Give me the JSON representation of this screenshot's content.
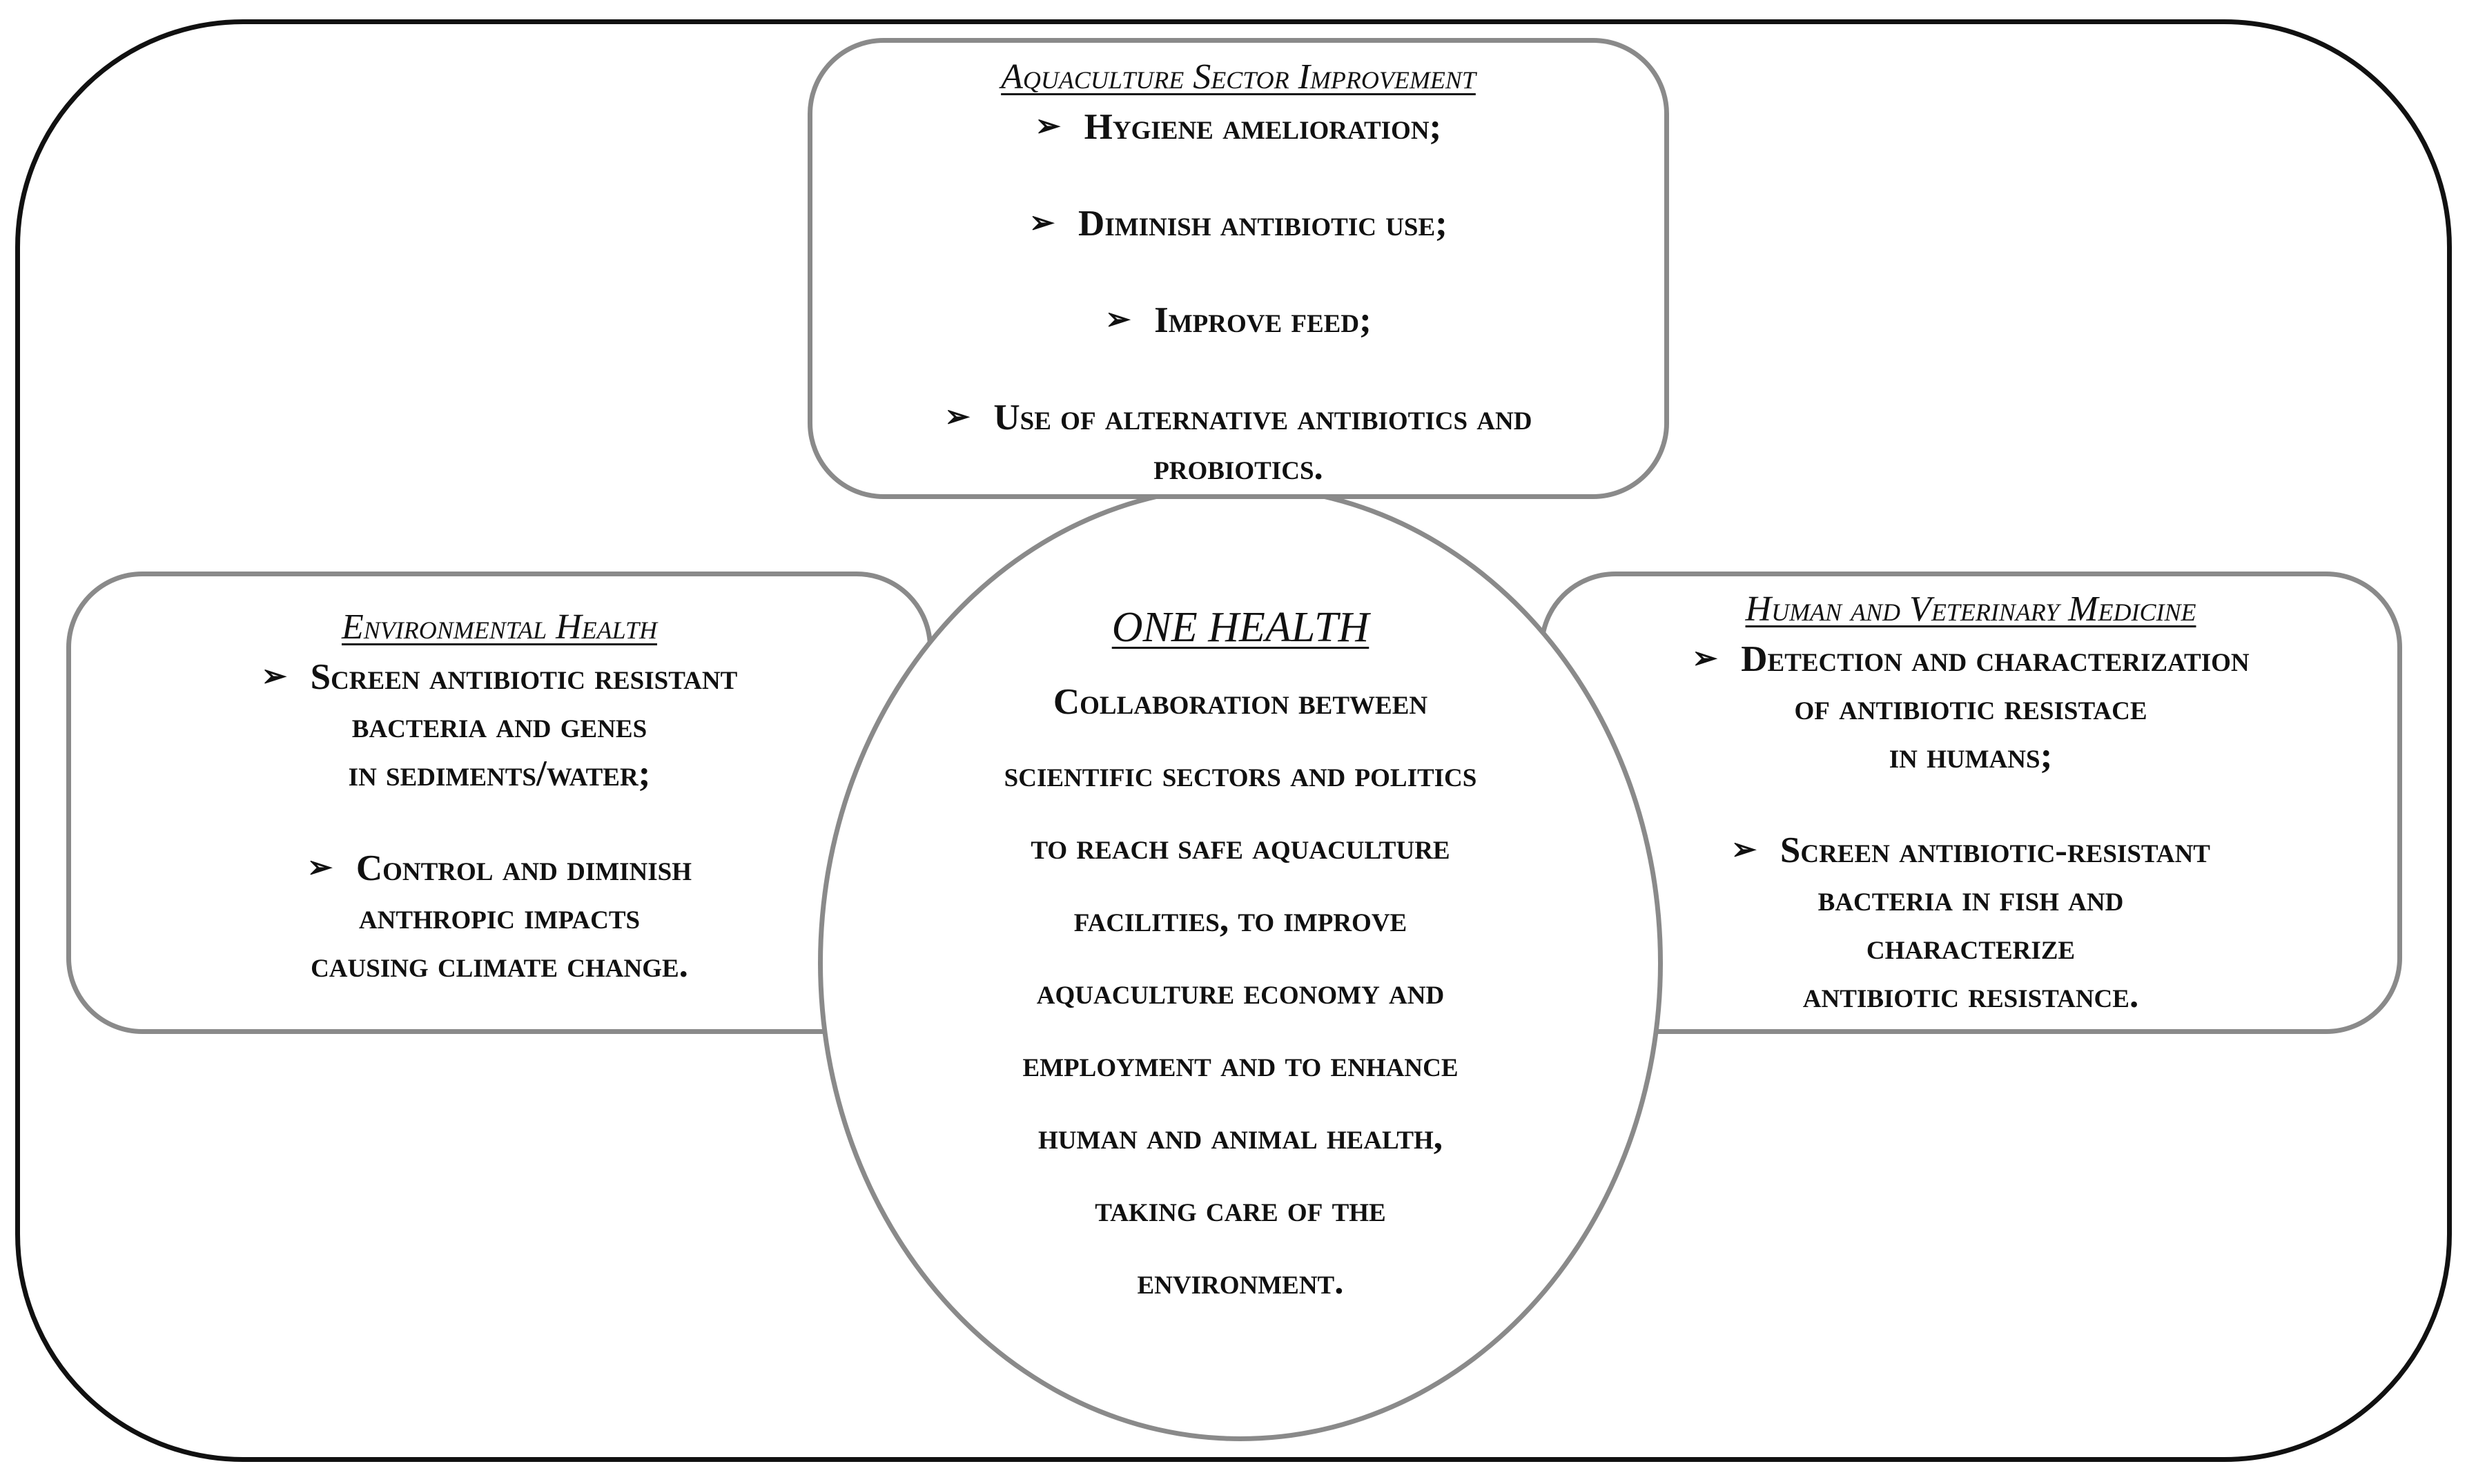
{
  "top_box": {
    "title": "Aquaculture Sector Improvement",
    "items": [
      "Hygiene amelioration;",
      "Diminish antibiotic use;",
      "Improve feed;",
      {
        "line1": "Use of alternative antibiotics and",
        "line2": "probiotics."
      }
    ]
  },
  "left_box": {
    "title": "Environmental Health",
    "items": [
      {
        "line1": "Screen antibiotic resistant",
        "line2": "bacteria and genes",
        "line3": "in sediments/water;"
      },
      {
        "line1": "Control and diminish",
        "line2": "anthropic impacts",
        "line3": "causing climate change."
      }
    ]
  },
  "right_box": {
    "title": "Human and Veterinary Medicine",
    "items": [
      {
        "line1": "Detection and characterization",
        "line2": "of antibiotic resistace",
        "line3": "in humans;"
      },
      {
        "line1": "Screen antibiotic-resistant",
        "line2": "bacteria in fish and",
        "line3": "characterize",
        "line4": "antibiotic resistance."
      }
    ]
  },
  "center": {
    "title": "ONE HEALTH",
    "lines": [
      "Collaboration between",
      "scientific sectors and politics",
      "to reach safe aquaculture",
      "facilities, to improve",
      "aquaculture economy and",
      "employment and to enhance",
      "human and animal health,",
      "taking care of the",
      "environment."
    ]
  },
  "icons": {
    "bullet": "arrowhead-bullet-icon",
    "bullet_glyph": "➢"
  }
}
